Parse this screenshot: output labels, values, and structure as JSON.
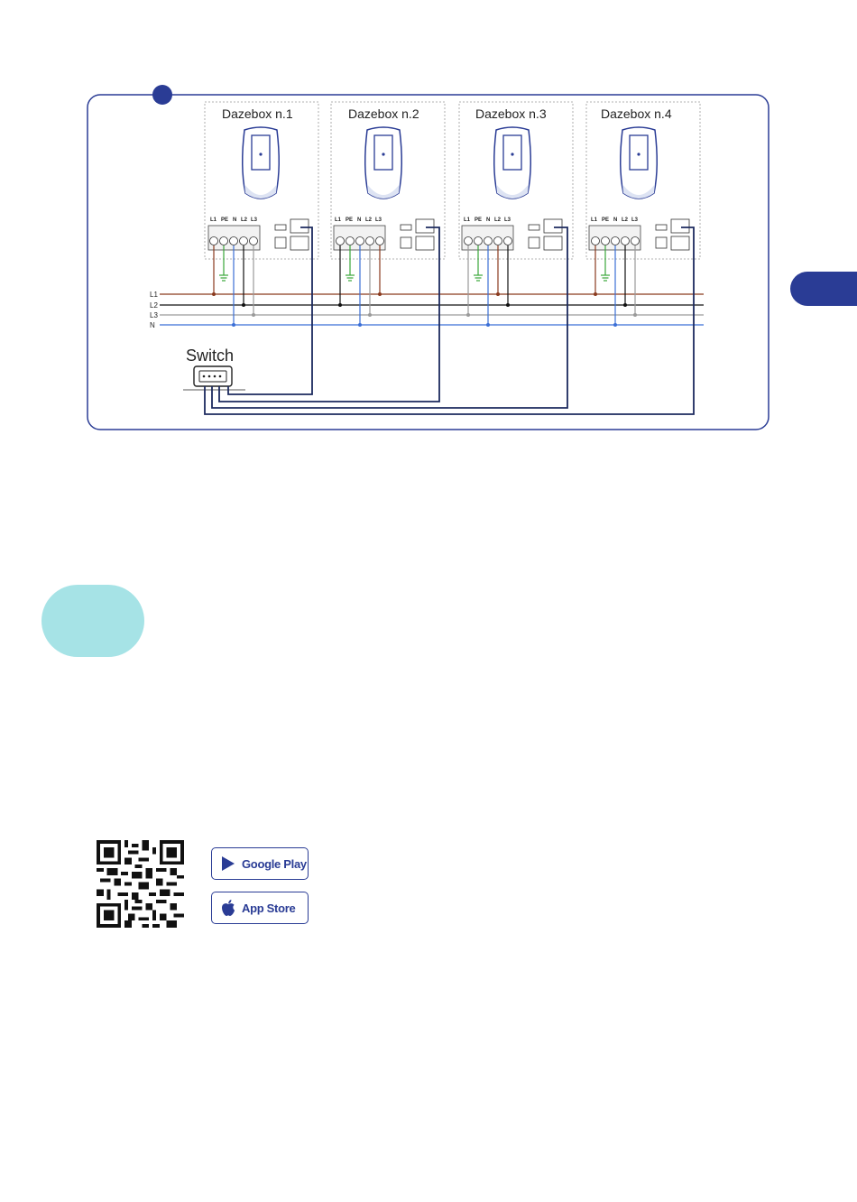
{
  "diagram": {
    "boxes": [
      {
        "title": "Dazebox n.1",
        "terminals": [
          "L1",
          "PE",
          "N",
          "L2",
          "L3"
        ]
      },
      {
        "title": "Dazebox n.2",
        "terminals": [
          "L1",
          "PE",
          "N",
          "L2",
          "L3"
        ]
      },
      {
        "title": "Dazebox n.3",
        "terminals": [
          "L1",
          "PE",
          "N",
          "L2",
          "L3"
        ]
      },
      {
        "title": "Dazebox n.4",
        "terminals": [
          "L1",
          "PE",
          "N",
          "L2",
          "L3"
        ]
      }
    ],
    "bus_lines": [
      "L1",
      "L2",
      "L3",
      "N"
    ],
    "switch_label": "Switch",
    "colors": {
      "accent": "#2a3c95",
      "l1": "#8a3a1e",
      "l2": "#111111",
      "l3": "#9a9a9a",
      "neutral": "#3b6fd6",
      "earth": "#3aa63a",
      "teal": "#a6e3e6"
    }
  },
  "stores": {
    "google_play": {
      "label": "Google Play",
      "icon": "play-triangle-icon"
    },
    "app_store": {
      "label": "App Store",
      "icon": "apple-icon"
    }
  },
  "qr_icon": "qr-code-icon"
}
